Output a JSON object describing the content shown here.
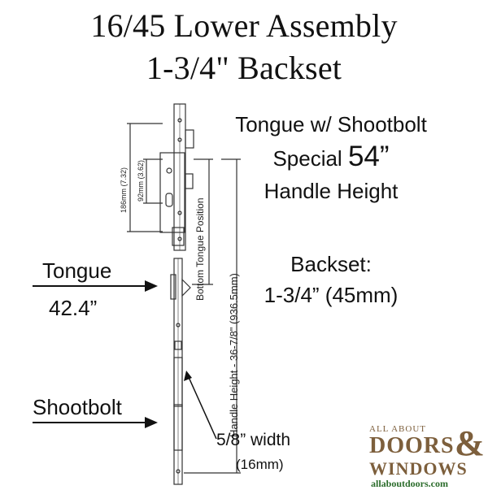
{
  "title": {
    "line1": "16/45 Lower Assembly",
    "line2": "1-3/4\" Backset"
  },
  "spec": {
    "line1": "Tongue w/ Shootbolt",
    "line2_prefix": "Special",
    "line2_value": "54”",
    "line3": "Handle Height"
  },
  "backset": {
    "label": "Backset:",
    "value": "1-3/4” (45mm)"
  },
  "tongue": {
    "label": "Tongue",
    "value": "42.4”"
  },
  "shootbolt": {
    "label": "Shootbolt"
  },
  "width": {
    "label": "5/8” width",
    "mm": "(16mm)"
  },
  "dimensions": {
    "handle_height": "Handle Height - 36-7/8\" (936.5mm)",
    "bottom_tongue": "Bottom Tongue Position",
    "case_height": "186mm (7.32)",
    "center": "92mm (3.62)"
  },
  "logo": {
    "top": "ALL ABOUT",
    "doors": "DOORS",
    "amp": "&",
    "windows": "WINDOWS",
    "url": "allaboutdoors.com"
  },
  "colors": {
    "text": "#111111",
    "logo_brown": "#7d5f3c",
    "logo_green": "#2b6c2b",
    "line": "#333333"
  }
}
